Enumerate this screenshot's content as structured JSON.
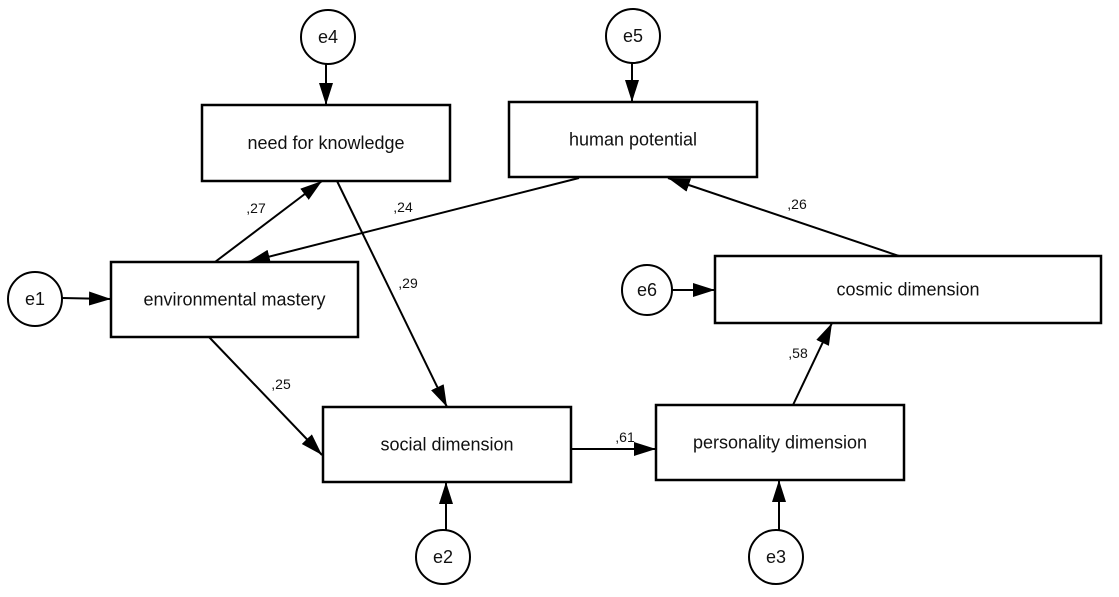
{
  "diagram": {
    "type": "path-diagram",
    "nodes": [
      {
        "id": "need_for_knowledge",
        "kind": "observed",
        "label": "need for knowledge"
      },
      {
        "id": "human_potential",
        "kind": "observed",
        "label": "human potential"
      },
      {
        "id": "environmental_mastery",
        "kind": "observed",
        "label": "environmental mastery"
      },
      {
        "id": "cosmic_dimension",
        "kind": "observed",
        "label": "cosmic dimension"
      },
      {
        "id": "social_dimension",
        "kind": "observed",
        "label": "social dimension"
      },
      {
        "id": "personality_dimension",
        "kind": "observed",
        "label": "personality dimension"
      },
      {
        "id": "e1",
        "kind": "error",
        "label": "e1"
      },
      {
        "id": "e2",
        "kind": "error",
        "label": "e2"
      },
      {
        "id": "e3",
        "kind": "error",
        "label": "e3"
      },
      {
        "id": "e4",
        "kind": "error",
        "label": "e4"
      },
      {
        "id": "e5",
        "kind": "error",
        "label": "e5"
      },
      {
        "id": "e6",
        "kind": "error",
        "label": "e6"
      }
    ],
    "edges": [
      {
        "from": "environmental_mastery",
        "to": "need_for_knowledge",
        "label": ",27"
      },
      {
        "from": "human_potential",
        "to": "environmental_mastery",
        "label": ",24"
      },
      {
        "from": "need_for_knowledge",
        "to": "social_dimension",
        "label": ",29"
      },
      {
        "from": "environmental_mastery",
        "to": "social_dimension",
        "label": ",25"
      },
      {
        "from": "social_dimension",
        "to": "personality_dimension",
        "label": ",61"
      },
      {
        "from": "personality_dimension",
        "to": "cosmic_dimension",
        "label": ",58"
      },
      {
        "from": "cosmic_dimension",
        "to": "human_potential",
        "label": ",26"
      },
      {
        "from": "e1",
        "to": "environmental_mastery",
        "label": ""
      },
      {
        "from": "e2",
        "to": "social_dimension",
        "label": ""
      },
      {
        "from": "e3",
        "to": "personality_dimension",
        "label": ""
      },
      {
        "from": "e4",
        "to": "need_for_knowledge",
        "label": ""
      },
      {
        "from": "e5",
        "to": "human_potential",
        "label": ""
      },
      {
        "from": "e6",
        "to": "cosmic_dimension",
        "label": ""
      }
    ]
  }
}
